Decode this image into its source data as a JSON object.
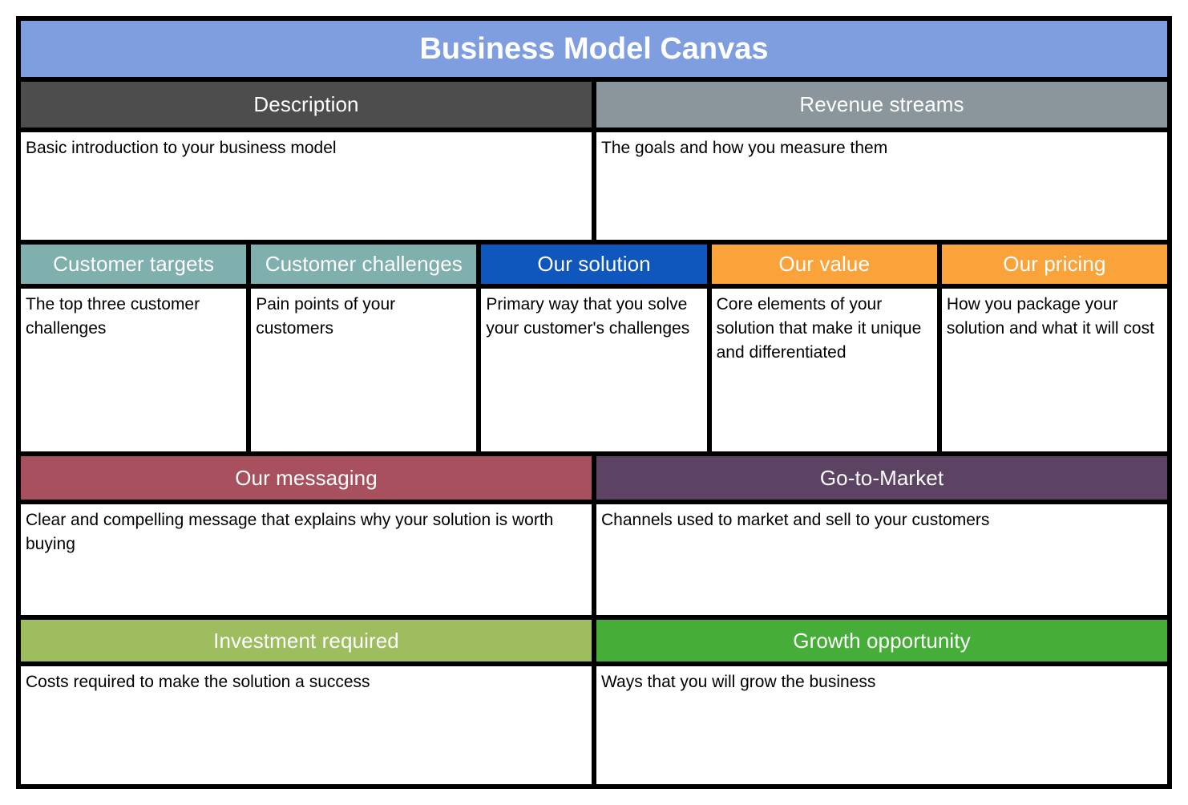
{
  "title": "Business Model Canvas",
  "colors": {
    "title_bg": "#7f9ee0",
    "description_bg": "#4d4d4d",
    "revenue_bg": "#8a969c",
    "customer_targets_bg": "#7fb0ae",
    "customer_challenges_bg": "#7fb0ae",
    "our_solution_bg": "#0f56bd",
    "our_value_bg": "#f9a33a",
    "our_pricing_bg": "#f9a33a",
    "our_messaging_bg": "#a9505e",
    "go_to_market_bg": "#5c4263",
    "investment_bg": "#9dbd5e",
    "growth_bg": "#46ae38",
    "border": "#000000",
    "header_text": "#ffffff",
    "body_text": "#000000"
  },
  "rows": [
    {
      "id": "row-description",
      "headers": [
        {
          "id": "description",
          "label": "Description"
        },
        {
          "id": "revenue-streams",
          "label": "Revenue streams"
        }
      ],
      "bodies": [
        {
          "id": "description-body",
          "text": "Basic introduction to your business model"
        },
        {
          "id": "revenue-streams-body",
          "text": "The goals and how you measure them"
        }
      ]
    },
    {
      "id": "row-five",
      "headers": [
        {
          "id": "customer-targets",
          "label": "Customer targets"
        },
        {
          "id": "customer-challenges",
          "label": "Customer challenges"
        },
        {
          "id": "our-solution",
          "label": "Our solution"
        },
        {
          "id": "our-value",
          "label": "Our value"
        },
        {
          "id": "our-pricing",
          "label": "Our pricing"
        }
      ],
      "bodies": [
        {
          "id": "customer-targets-body",
          "text": "The top three customer challenges"
        },
        {
          "id": "customer-challenges-body",
          "text": "Pain points of your customers"
        },
        {
          "id": "our-solution-body",
          "text": "Primary way that you solve your customer's challenges"
        },
        {
          "id": "our-value-body",
          "text": "Core elements of your solution that make it unique and differentiated"
        },
        {
          "id": "our-pricing-body",
          "text": "How you package your solution and what it will cost"
        }
      ]
    },
    {
      "id": "row-messaging",
      "headers": [
        {
          "id": "our-messaging",
          "label": "Our messaging"
        },
        {
          "id": "go-to-market",
          "label": "Go-to-Market"
        }
      ],
      "bodies": [
        {
          "id": "our-messaging-body",
          "text": "Clear and compelling message that explains why your solution is worth buying"
        },
        {
          "id": "go-to-market-body",
          "text": "Channels used to market and sell to your customers"
        }
      ]
    },
    {
      "id": "row-investment",
      "headers": [
        {
          "id": "investment-required",
          "label": "Investment required"
        },
        {
          "id": "growth-opportunity",
          "label": "Growth opportunity"
        }
      ],
      "bodies": [
        {
          "id": "investment-required-body",
          "text": "Costs required to make the solution a success"
        },
        {
          "id": "growth-opportunity-body",
          "text": "Ways that you will grow the business"
        }
      ]
    }
  ]
}
